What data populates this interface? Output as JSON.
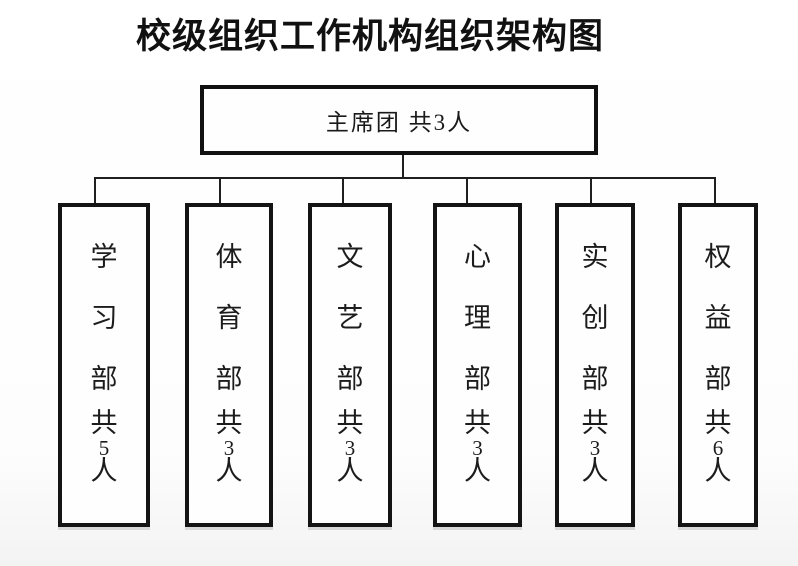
{
  "title": "校级组织工作机构组织架构图",
  "root": {
    "label": "主席团 共3人"
  },
  "departments": [
    {
      "name": "学习部",
      "count_label": "共",
      "count": "5",
      "unit": "人",
      "total": "共5人"
    },
    {
      "name": "体育部",
      "count_label": "共",
      "count": "3",
      "unit": "人",
      "total": "共3人"
    },
    {
      "name": "文艺部",
      "count_label": "共",
      "count": "3",
      "unit": "人",
      "total": "共3人"
    },
    {
      "name": "心理部",
      "count_label": "共",
      "count": "3",
      "unit": "人",
      "total": "共3人"
    },
    {
      "name": "实创部",
      "count_label": "共",
      "count": "3",
      "unit": "人",
      "total": "共3人"
    },
    {
      "name": "权益部",
      "count_label": "共",
      "count": "6",
      "unit": "人",
      "total": "共6人"
    }
  ],
  "colors": {
    "line": "#1f1f1f",
    "border": "#141414",
    "text": "#1a1a1a",
    "background": "#fdfdfd"
  }
}
